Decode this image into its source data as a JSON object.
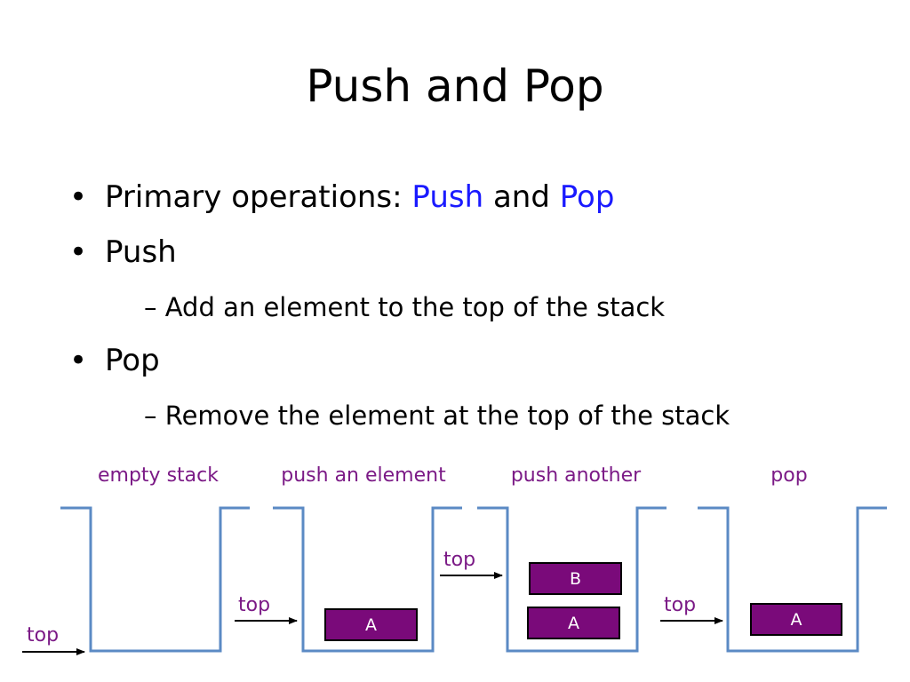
{
  "slide": {
    "title": "Push and Pop",
    "bullets": {
      "primary": {
        "lead": "Primary operations: ",
        "push": "Push",
        "and": " and ",
        "pop": "Pop"
      },
      "push": {
        "label": "Push",
        "sub": "– Add an element to the top of the stack"
      },
      "pop": {
        "label": "Pop",
        "sub": "– Remove the element at the top of the stack"
      }
    }
  },
  "diagram": {
    "stages": [
      {
        "label": "empty stack",
        "top_label": "top",
        "elements": []
      },
      {
        "label": "push an element",
        "top_label": "top",
        "elements": [
          "A"
        ]
      },
      {
        "label": "push another",
        "top_label": "top",
        "elements": [
          "A",
          "B"
        ]
      },
      {
        "label": "pop",
        "top_label": "top",
        "elements": [
          "A"
        ]
      }
    ],
    "colors": {
      "stage_label": "#7b1a86",
      "container_line": "#5b8ac4",
      "element_fill": "#7a0a7a",
      "bullet_highlight": "#1a1aff"
    }
  }
}
